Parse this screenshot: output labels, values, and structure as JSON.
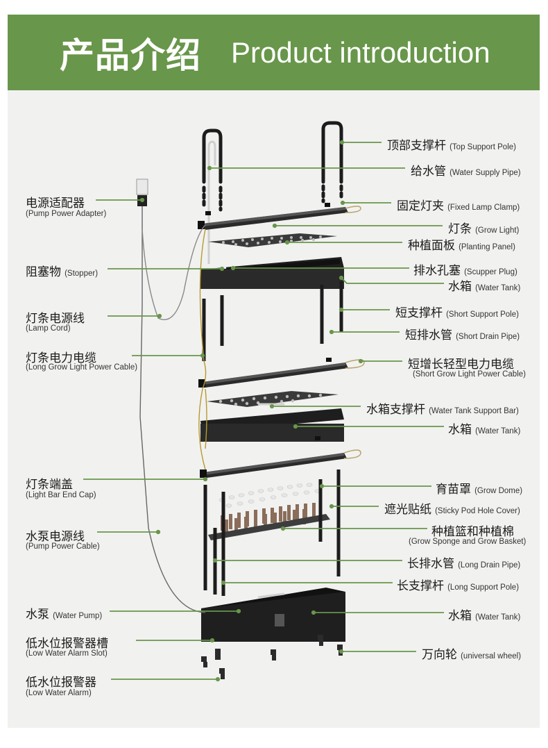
{
  "header": {
    "title_cn": "产品介绍",
    "title_en": "Product introduction"
  },
  "colors": {
    "header_bg": "#68964a",
    "leader_line": "#68964a",
    "panel_bg": "#f1f1f0"
  },
  "right_labels": [
    {
      "cn": "顶部支撑杆",
      "en": "(Top Support Pole)"
    },
    {
      "cn": "给水管",
      "en": "(Water Supply Pipe)"
    },
    {
      "cn": "固定灯夹",
      "en": "(Fixed Lamp Clamp)"
    },
    {
      "cn": "灯条",
      "en": "(Grow Light)"
    },
    {
      "cn": "种植面板",
      "en": "(Planting Panel)"
    },
    {
      "cn": "排水孔塞",
      "en": "(Scupper Plug)"
    },
    {
      "cn": "水箱",
      "en": "(Water Tank)"
    },
    {
      "cn": "短支撑杆",
      "en": "(Short Support Pole)"
    },
    {
      "cn": "短排水管",
      "en": "(Short Drain Pipe)"
    },
    {
      "cn": "短增长轻型电力电缆",
      "en": "(Short Grow Light Power Cable)"
    },
    {
      "cn": "水箱支撑杆",
      "en": "(Water Tank Support Bar)"
    },
    {
      "cn": "水箱",
      "en": "(Water Tank)"
    },
    {
      "cn": "育苗罩",
      "en": "(Grow Dome)"
    },
    {
      "cn": "遮光贴纸",
      "en": "(Sticky Pod Hole Cover)"
    },
    {
      "cn": "种植篮和种植棉",
      "en": "(Grow Sponge and Grow Basket)"
    },
    {
      "cn": "长排水管",
      "en": "(Long Drain Pipe)"
    },
    {
      "cn": "长支撑杆",
      "en": "(Long Support Pole)"
    },
    {
      "cn": "水箱",
      "en": "(Water Tank)"
    },
    {
      "cn": "万向轮",
      "en": "(universal wheel)"
    }
  ],
  "left_labels": [
    {
      "cn": "电源适配器",
      "en": "(Pump Power Adapter)"
    },
    {
      "cn": "阻塞物",
      "en": "(Stopper)"
    },
    {
      "cn": "灯条电源线",
      "en": "(Lamp Cord)"
    },
    {
      "cn": "灯条电力电缆",
      "en": "(Long Grow Light Power Cable)"
    },
    {
      "cn": "灯条端盖",
      "en": "(Light Bar End Cap)"
    },
    {
      "cn": "水泵电源线",
      "en": "(Pump Power Cable)"
    },
    {
      "cn": "水泵",
      "en": "(Water Pump)"
    },
    {
      "cn": "低水位报警器槽",
      "en": "(Low Water Alarm Slot)"
    },
    {
      "cn": "低水位报警器",
      "en": "(Low Water Alarm)"
    }
  ]
}
